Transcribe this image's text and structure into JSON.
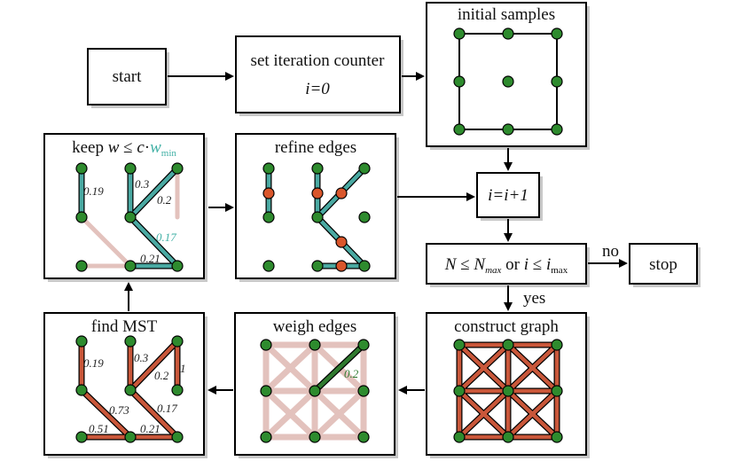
{
  "colors": {
    "node": "#2e8b2e",
    "refine_node": "#d9562b",
    "teal_edge": "#4aa9a2",
    "pink_edge": "#e3c2bd",
    "red_edge": "#c9573a",
    "highlight_green": "#2f7a2f",
    "teal_text": "#41b0a5"
  },
  "boxes": {
    "start": "start",
    "counter_line1": "set iteration counter",
    "counter_line2": "i=0",
    "initial": "initial samples",
    "increment": "i=i+1",
    "stop": "stop",
    "construct": "construct graph",
    "weigh": "weigh edges",
    "mst": "find MST",
    "refine": "refine edges",
    "keep_prefix": "keep ",
    "keep_w": "w",
    "keep_le": " ≤ ",
    "keep_c": "c",
    "keep_dot": "·",
    "keep_w2": "w",
    "keep_sub": "min"
  },
  "condition": {
    "N": "N",
    "le1": " ≤ ",
    "Nmax": "N",
    "Nmax_sub": "max",
    "or": " or ",
    "i": "i",
    "le2": " ≤ ",
    "imax": "i",
    "imax_sub": "max"
  },
  "arrows": {
    "no": "no",
    "yes": "yes"
  },
  "weights": {
    "mst": [
      "0.19",
      "0.3",
      "0.2",
      "1",
      "0.73",
      "0.17",
      "0.51",
      "0.21"
    ],
    "keep": [
      "0.19",
      "0.3",
      "0.2",
      "0.17",
      "0.21"
    ],
    "weigh": "0.2"
  }
}
